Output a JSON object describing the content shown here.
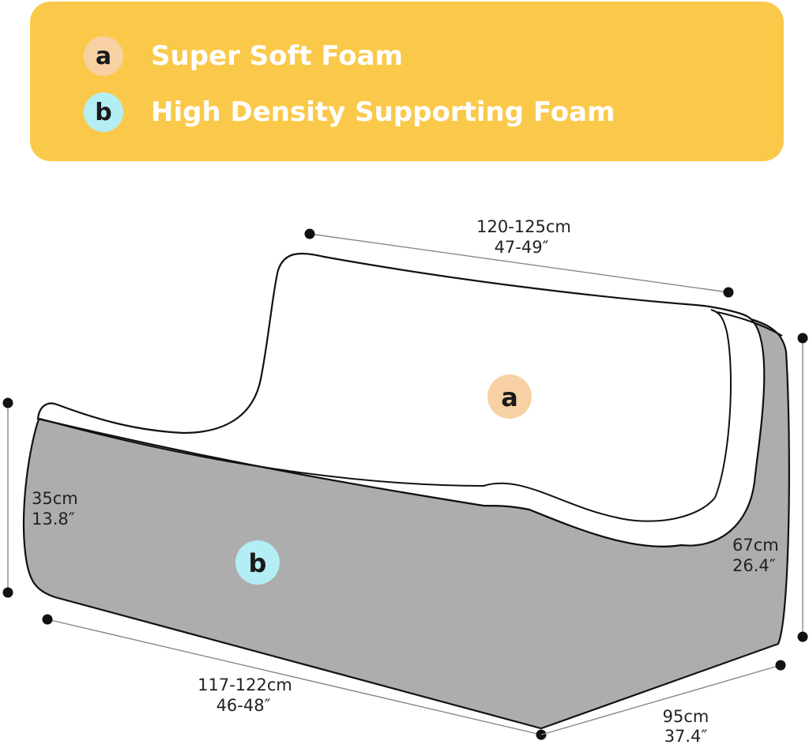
{
  "colors": {
    "legend_bg": "#fbc94a",
    "badge_a": "#f7d1a3",
    "badge_b": "#b4eef5",
    "foam_gray": "#adadad",
    "outline": "#111111"
  },
  "legend": {
    "items": [
      {
        "badge": "a",
        "label": "Super Soft Foam"
      },
      {
        "badge": "b",
        "label": "High Density Supporting Foam"
      }
    ]
  },
  "diagram": {
    "marker_a": "a",
    "marker_b": "b",
    "dimensions": {
      "width_back": {
        "cm": "120-125cm",
        "inch": "47-49″"
      },
      "height_front": {
        "cm": "35cm",
        "inch": "13.8″"
      },
      "height_back": {
        "cm": "67cm",
        "inch": "26.4″"
      },
      "width_front": {
        "cm": "117-122cm",
        "inch": "46-48″"
      },
      "depth": {
        "cm": "95cm",
        "inch": "37.4″"
      }
    }
  }
}
